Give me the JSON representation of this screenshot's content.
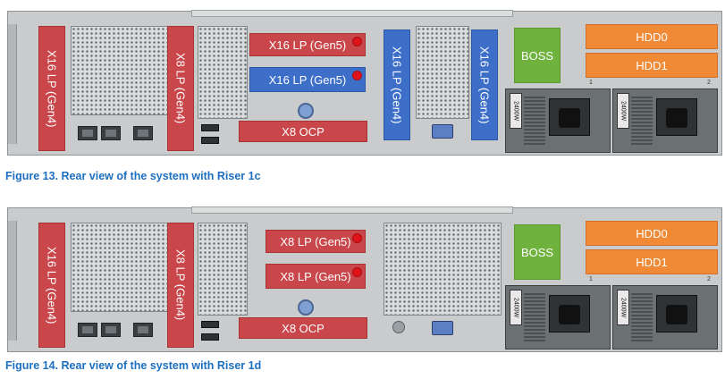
{
  "figures": [
    {
      "caption": "Figure 13. Rear view of the system with Riser 1c",
      "slots": {
        "left_slot": "X16 LP (Gen4)",
        "left_mid_slot": "X8 LP (Gen4)",
        "top_riser_slot": "X16 LP (Gen5)",
        "lower_riser_slot": "X16 LP (Gen5)",
        "ocp_slot": "X8 OCP",
        "center_slot_a": "X16 LP (Gen4)",
        "center_slot_b": "X16 LP (Gen4)",
        "boss": "BOSS",
        "hdd0": "HDD0",
        "hdd1": "HDD1",
        "psu1": "2400W",
        "psu2": "2400W",
        "bay1": "1",
        "bay2": "2"
      }
    },
    {
      "caption": "Figure 14. Rear view of the system with Riser 1d",
      "slots": {
        "left_slot": "X16 LP (Gen4)",
        "left_mid_slot": "X8 LP (Gen4)",
        "top_riser_slot": "X8 LP (Gen5)",
        "lower_riser_slot": "X8 LP (Gen5)",
        "ocp_slot": "X8 OCP",
        "boss": "BOSS",
        "hdd0": "HDD0",
        "hdd1": "HDD1",
        "psu1": "2400W",
        "psu2": "2400W",
        "bay1": "1",
        "bay2": "2"
      }
    }
  ],
  "colors": {
    "red_slot": "#c9464a",
    "blue_slot": "#3d6ec8",
    "boss": "#6fb23e",
    "hdd": "#f08a36",
    "caption": "#1d6fbf",
    "indicator": "#e0131b"
  },
  "icons": [
    "network-port-icon",
    "usb-port-icon",
    "vga-port-icon",
    "power-socket-icon",
    "thumbscrew-icon"
  ]
}
